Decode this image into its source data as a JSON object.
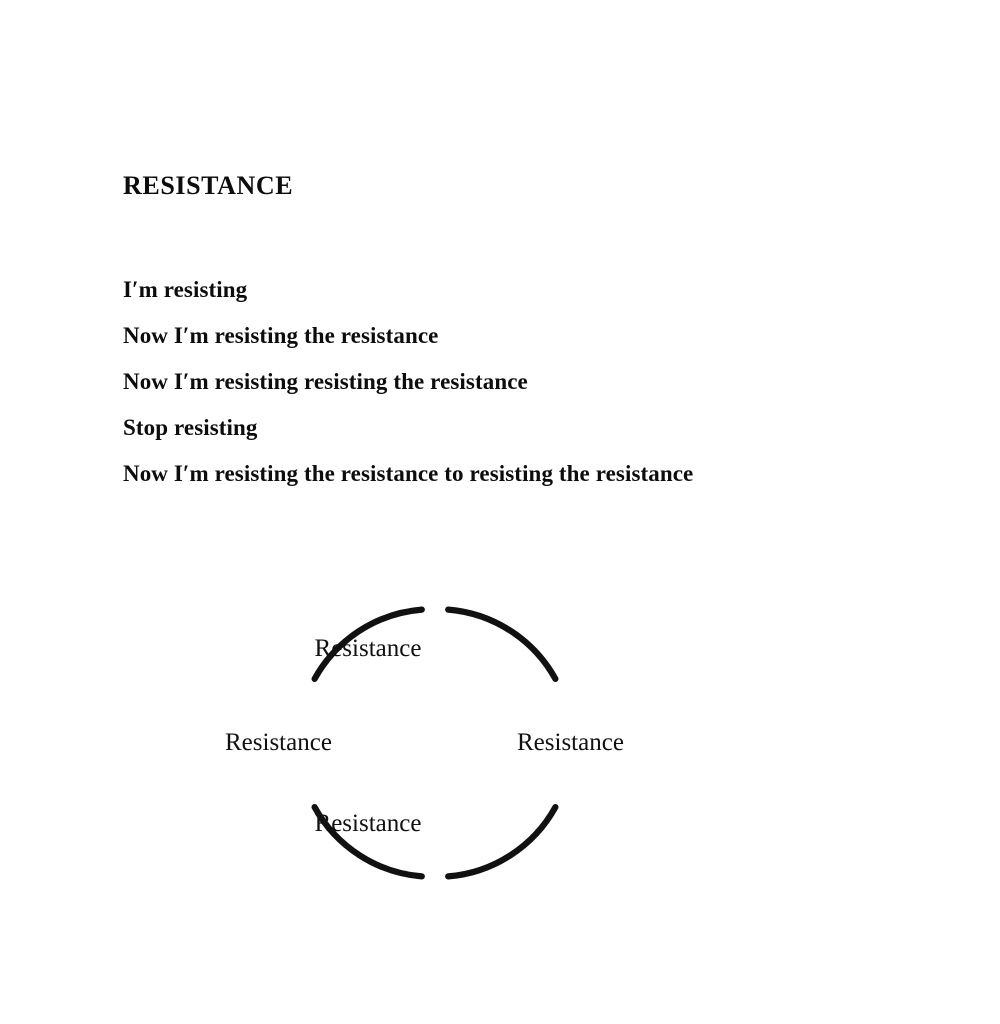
{
  "page": {
    "background_color": "#ffffff",
    "text_color": "#111111"
  },
  "poem": {
    "title": "RESISTANCE",
    "lines": [
      "I′m resisting",
      "Now I′m resisting the resistance",
      "Now I′m resisting resisting the resistance",
      "Stop resisting",
      "Now I′m resisting the resistance to resisting the resistance"
    ]
  },
  "diagram": {
    "type": "cycle",
    "stroke_color": "#111111",
    "labels": {
      "top": "Resistance",
      "right": "Resistance",
      "bottom": "Resistance",
      "left": "Resistance"
    }
  }
}
